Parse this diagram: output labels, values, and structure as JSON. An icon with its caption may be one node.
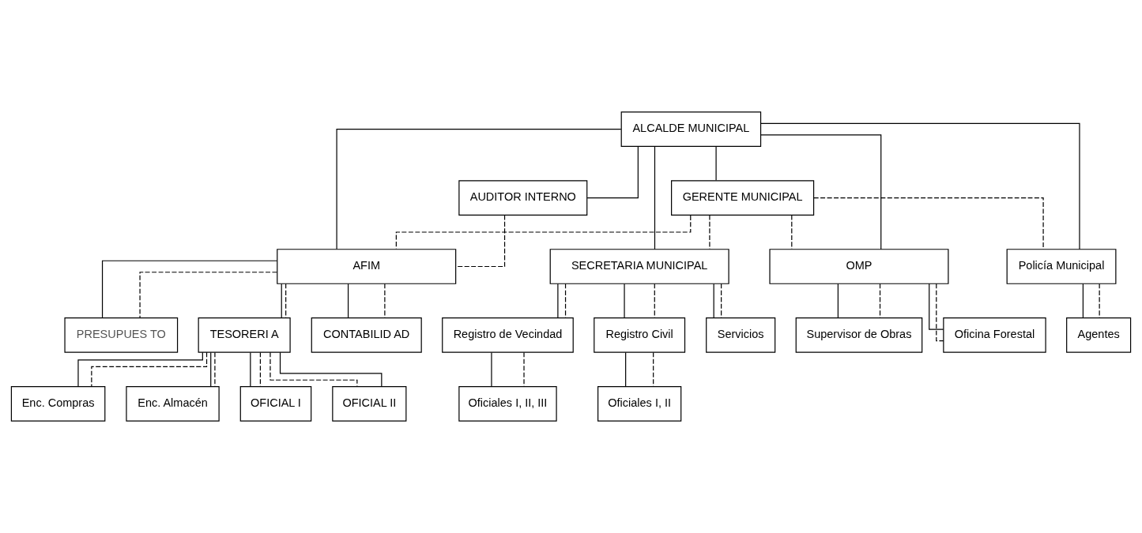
{
  "diagram": {
    "nodes": [
      {
        "text": [
          "ALCALDE MUNICIPAL"
        ]
      },
      {
        "text": [
          "AUDITOR INTERNO"
        ]
      },
      {
        "text": [
          "GERENTE MUNICIPAL"
        ]
      },
      {
        "text": [
          "AFIM"
        ]
      },
      {
        "text": [
          "SECRETARIA MUNICIPAL"
        ]
      },
      {
        "text": [
          "OMP"
        ]
      },
      {
        "text": [
          "Policía Municipal"
        ]
      },
      {
        "text": [
          "PRESUPUES TO"
        ]
      },
      {
        "text": [
          "TESORERI A"
        ]
      },
      {
        "text": [
          "CONTABILID AD"
        ]
      },
      {
        "text": [
          "OFICIAL I"
        ]
      },
      {
        "text": [
          "OFICIAL II"
        ]
      },
      {
        "text": [
          "Enc. Compras"
        ]
      },
      {
        "text": [
          "Enc. Almacén"
        ]
      },
      {
        "text": [
          "Registro de Vecindad"
        ]
      },
      {
        "text": [
          "Registro Civil"
        ]
      },
      {
        "text": [
          "Oficina Forestal"
        ]
      },
      {
        "text": [
          "Supervisor de Obras"
        ]
      },
      {
        "text": [
          "Agentes"
        ]
      },
      {
        "text": [
          "Oficiales I, II, III"
        ]
      },
      {
        "text": [
          "Oficiales I, II"
        ]
      },
      {
        "text": [
          "Servicios"
        ]
      }
    ],
    "edges": [
      {
        "from": 0,
        "to": 1,
        "arrow": "none"
      },
      {
        "from": 0,
        "to": 2,
        "arrow": "none"
      },
      {
        "from": 0,
        "to": 3,
        "arrow": "none"
      },
      {
        "from": 0,
        "to": 4,
        "arrow": "none"
      },
      {
        "from": 0,
        "to": 5,
        "arrow": "none"
      },
      {
        "from": 0,
        "to": 6,
        "arrow": "none"
      },
      {
        "from": 1,
        "to": 3,
        "arrow": "none",
        "style": "dashed"
      },
      {
        "from": 2,
        "to": 3,
        "arrow": "none",
        "style": "dashed"
      },
      {
        "from": 2,
        "to": 4,
        "arrow": "none",
        "style": "dashed"
      },
      {
        "from": 2,
        "to": 5,
        "arrow": "none",
        "style": "dashed"
      },
      {
        "from": 2,
        "to": 6,
        "arrow": "none",
        "style": "dashed"
      },
      {
        "from": 3,
        "to": 7,
        "arrow": "none"
      },
      {
        "from": 3,
        "to": 8,
        "arrow": "none"
      },
      {
        "from": 3,
        "to": 9,
        "arrow": "none"
      },
      {
        "from": 3,
        "to": 7,
        "arrow": "none",
        "style": "dashed"
      },
      {
        "from": 3,
        "to": 8,
        "arrow": "none",
        "style": "dashed"
      },
      {
        "from": 3,
        "to": 9,
        "arrow": "none",
        "style": "dashed"
      },
      {
        "from": 8,
        "to": 10,
        "arrow": "none"
      },
      {
        "from": 8,
        "to": 11,
        "arrow": "none"
      },
      {
        "from": 8,
        "to": 12,
        "arrow": "none"
      },
      {
        "from": 8,
        "to": 13,
        "arrow": "none"
      },
      {
        "from": 8,
        "to": 10,
        "arrow": "none",
        "style": "dashed"
      },
      {
        "from": 8,
        "to": 11,
        "arrow": "none",
        "style": "dashed"
      },
      {
        "from": 8,
        "to": 12,
        "arrow": "none",
        "style": "dashed"
      },
      {
        "from": 8,
        "to": 13,
        "arrow": "none",
        "style": "dashed"
      },
      {
        "from": 4,
        "to": 14,
        "arrow": "none"
      },
      {
        "from": 4,
        "to": 15,
        "arrow": "none"
      },
      {
        "from": 4,
        "to": 21,
        "arrow": "none"
      },
      {
        "from": 4,
        "to": 14,
        "arrow": "none",
        "style": "dashed"
      },
      {
        "from": 4,
        "to": 15,
        "arrow": "none",
        "style": "dashed"
      },
      {
        "from": 4,
        "to": 21,
        "arrow": "none",
        "style": "dashed"
      },
      {
        "from": 5,
        "to": 16,
        "arrow": "none"
      },
      {
        "from": 5,
        "to": 17,
        "arrow": "none"
      },
      {
        "from": 5,
        "to": 16,
        "arrow": "none",
        "style": "dashed"
      },
      {
        "from": 5,
        "to": 17,
        "arrow": "none",
        "style": "dashed"
      },
      {
        "from": 6,
        "to": 18,
        "arrow": "none"
      },
      {
        "from": 6,
        "to": 18,
        "arrow": "none",
        "style": "dashed"
      },
      {
        "from": 14,
        "to": 19,
        "arrow": "none"
      },
      {
        "from": 14,
        "to": 19,
        "arrow": "none",
        "style": "dashed"
      },
      {
        "from": 15,
        "to": 20,
        "arrow": "none"
      },
      {
        "from": 15,
        "to": 20,
        "arrow": "none",
        "style": "dashed"
      }
    ]
  }
}
